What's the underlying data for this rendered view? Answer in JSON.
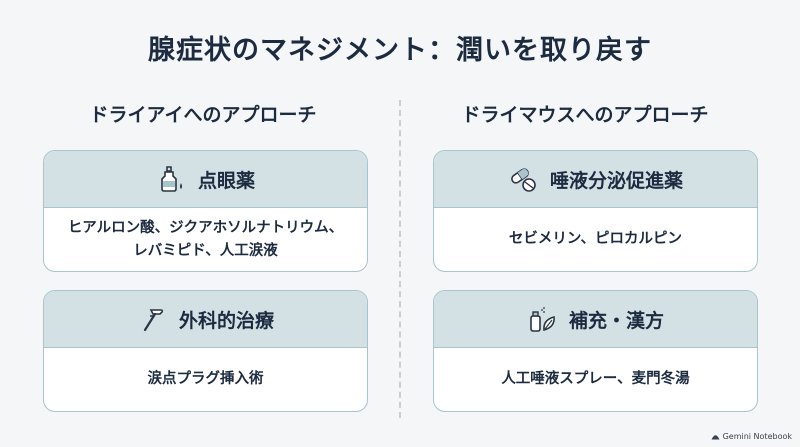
{
  "title": "腺症状のマネジメント：潤いを取り戻す",
  "left": {
    "heading": "ドライアイへのアプローチ",
    "cards": [
      {
        "icon": "eye-drops-icon",
        "label": "点眼薬",
        "text": "ヒアルロン酸、ジクアホソルナトリウム、\nレバミピド、人工涙液"
      },
      {
        "icon": "surgical-tool-icon",
        "label": "外科的治療",
        "text": "涙点プラグ挿入術"
      }
    ]
  },
  "right": {
    "heading": "ドライマウスへのアプローチ",
    "cards": [
      {
        "icon": "pills-icon",
        "label": "唾液分泌促進薬",
        "text": "セビメリン、ピロカルピン"
      },
      {
        "icon": "spray-leaf-icon",
        "label": "補充・漢方",
        "text": "人工唾液スプレー、麦門冬湯"
      }
    ]
  },
  "brand": "Gemini Notebook",
  "colors": {
    "card_header": "#d3e1e5",
    "card_border": "#a9c4cc",
    "text": "#1d2b40",
    "background": "#f4f6f8"
  }
}
